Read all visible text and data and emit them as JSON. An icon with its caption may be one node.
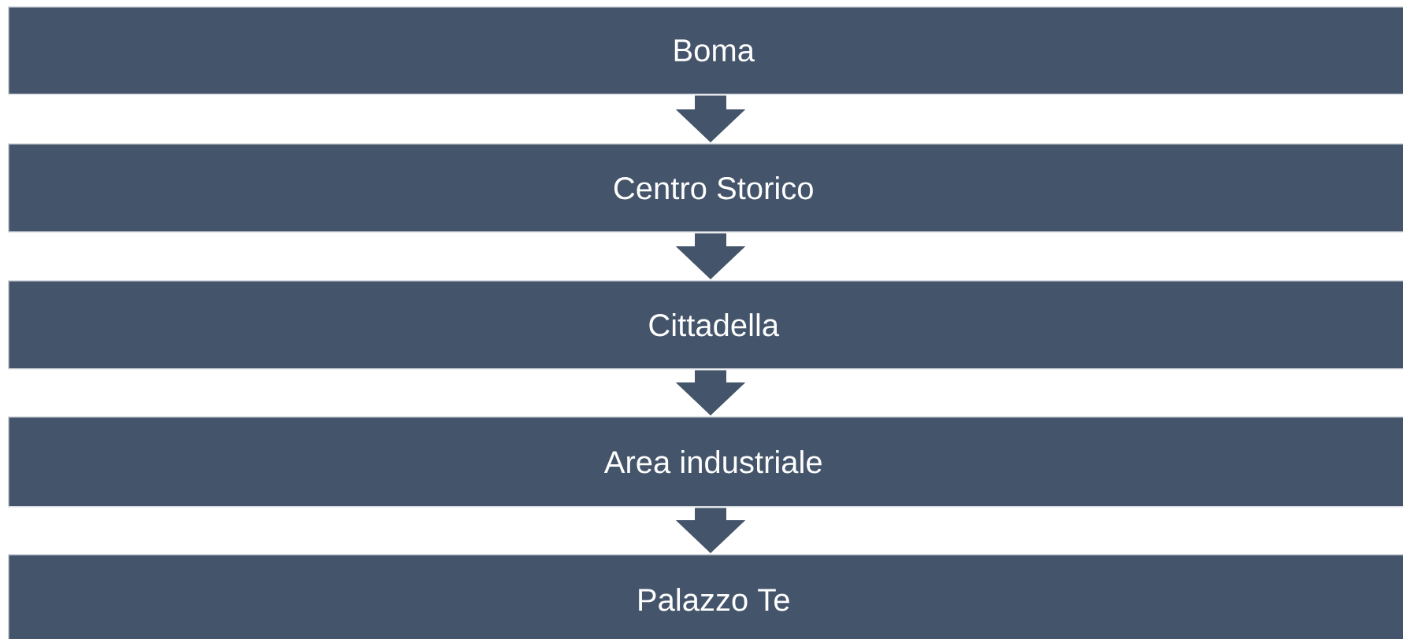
{
  "diagram": {
    "nodes": [
      {
        "text": [
          "Boma"
        ]
      },
      {
        "text": [
          "Centro Storico"
        ]
      },
      {
        "text": [
          "Cittadella"
        ]
      },
      {
        "text": [
          "Area industriale"
        ]
      },
      {
        "text": [
          "Palazzo Te"
        ]
      }
    ],
    "edges": [
      {
        "from": 0,
        "to": 1,
        "arrow": "to"
      },
      {
        "from": 1,
        "to": 2,
        "arrow": "to"
      },
      {
        "from": 2,
        "to": 3,
        "arrow": "to"
      },
      {
        "from": 3,
        "to": 4,
        "arrow": "to"
      }
    ]
  }
}
